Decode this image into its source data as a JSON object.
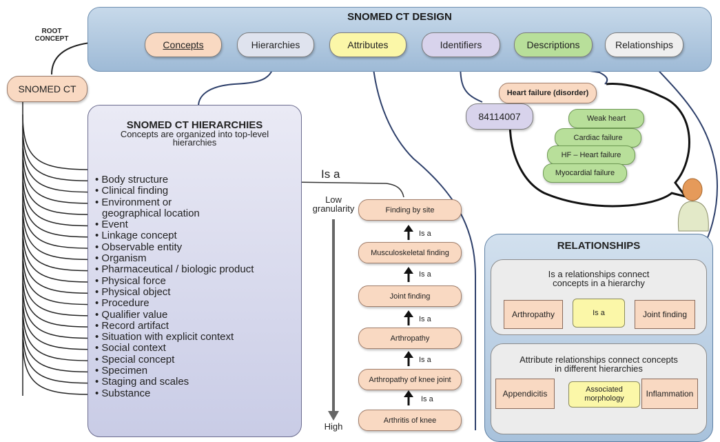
{
  "design": {
    "title": "SNOMED CT DESIGN",
    "items": [
      "Concepts",
      "Hierarchies",
      "Attributes",
      "Identifiers",
      "Descriptions",
      "Relationships"
    ]
  },
  "root": {
    "label_line1": "ROOT",
    "label_line2": "CONCEPT",
    "name": "SNOMED CT"
  },
  "hierarchies": {
    "title": "SNOMED CT HIERARCHIES",
    "subtitle": "Concepts are organized into top-level hierarchies",
    "items": [
      "• Body structure",
      "• Clinical finding",
      "• Environment or",
      "geographical location",
      "• Event",
      "• Linkage concept",
      "• Observable entity",
      "• Organism",
      "• Pharmaceutical / biologic product",
      "• Physical force",
      "• Physical object",
      "• Procedure",
      "• Qualifier value",
      "• Record artifact",
      "• Situation with explicit context",
      "• Social context",
      "• Special concept",
      "• Specimen",
      "• Staging and scales",
      "• Substance"
    ]
  },
  "chain": {
    "is_a_big": "Is a",
    "is_a": "Is a",
    "low": [
      "Low",
      "granularity"
    ],
    "high": "High",
    "items": [
      "Finding by site",
      "Musculoskeletal finding",
      "Joint finding",
      "Arthropathy",
      "Arthropathy of knee joint",
      "Arthritis of knee"
    ]
  },
  "descriptions": {
    "fsn": "Heart failure (disorder)",
    "id": "84114007",
    "synonyms": [
      "Weak heart",
      "Cardiac failure",
      "HF – Heart failure",
      "Myocardial failure"
    ]
  },
  "relationships": {
    "title": "RELATIONSHIPS",
    "isa_text": [
      "Is a  relationships connect",
      "concepts in a hierarchy"
    ],
    "isa_left": "Arthropathy",
    "isa_mid": "Is a",
    "isa_right": "Joint finding",
    "attr_text": [
      "Attribute relationships connect concepts",
      "in different hierarchies"
    ],
    "attr_left": "Appendicitis",
    "attr_mid": [
      "Associated",
      "morphology"
    ],
    "attr_right": "Inflammation"
  },
  "colors": {
    "concept": "#f9d9c2",
    "attribute": "#fbf7a8",
    "identifier": "#d8d3ec",
    "description": "#b8df9a",
    "design_bar": "#b3cbe2",
    "hierarchy_panel": "#d9dbef"
  }
}
